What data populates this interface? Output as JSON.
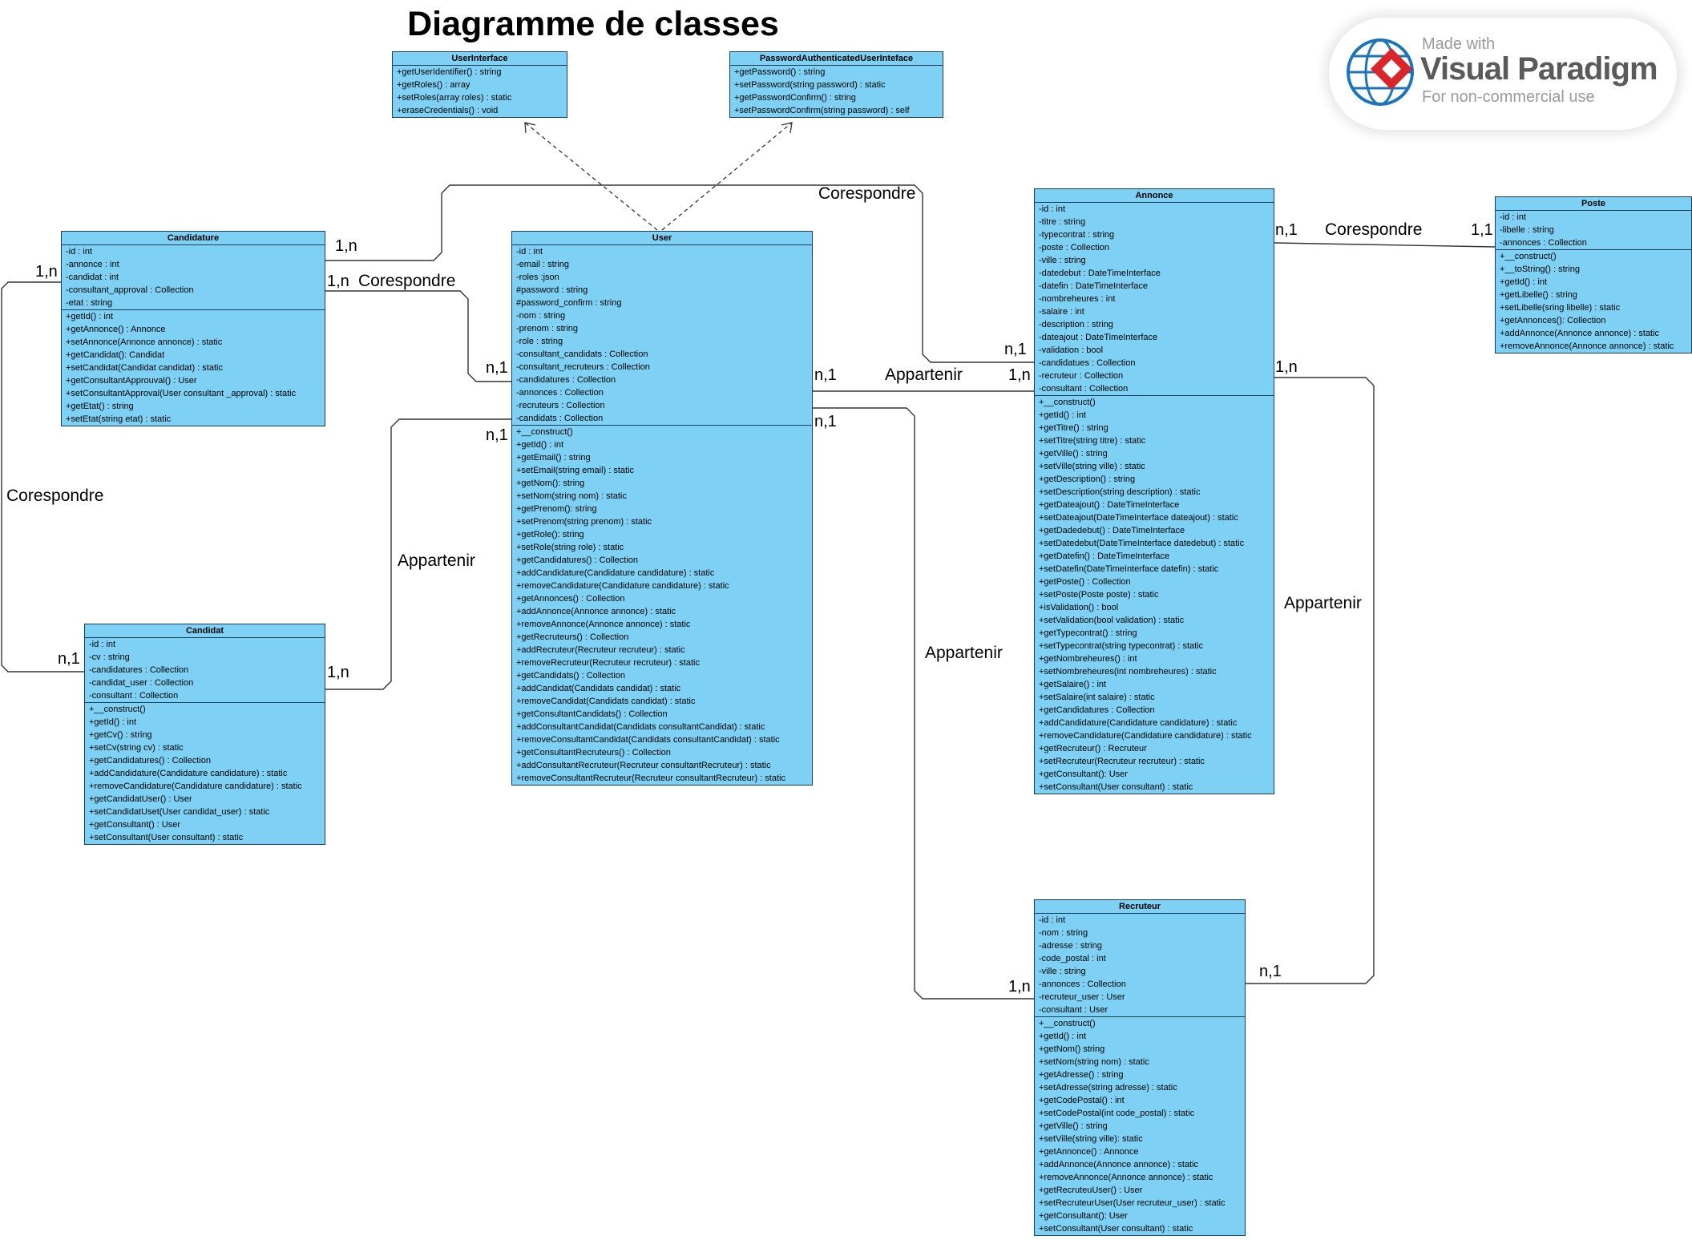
{
  "title": "Diagramme de classes",
  "badge": {
    "made_with": "Made with",
    "brand": "Visual Paradigm",
    "usage": "For non-commercial use"
  },
  "classes": {
    "userinterface": {
      "name": "UserInterface",
      "attributes": [],
      "methods": [
        "+getUserIdentifier() : string",
        "+getRoles() : array",
        "+setRoles(array roles) : static",
        "+eraseCredentials() : void"
      ]
    },
    "passwordinterface": {
      "name": "PasswordAuthenticatedUserInteface",
      "attributes": [],
      "methods": [
        "+getPassword() : string",
        "+setPassword(string password) : static",
        "+getPasswordConfirm() : string",
        "+setPasswordConfirm(string password) : self"
      ]
    },
    "candidature": {
      "name": "Candidature",
      "attributes": [
        "-id : int",
        "-annonce : int",
        "-candidat : int",
        "-consultant_approval : Collection",
        "-etat : string"
      ],
      "methods": [
        "+getId() : int",
        "+getAnnonce() : Annonce",
        "+setAnnonce(Annonce annonce) : static",
        "+getCandidat(): Candidat",
        "+setCandidat(Candidat candidat) : static",
        "+getConsultantApprouval() : User",
        "+setConsultantApproval(User consultant _approval) : static",
        "+getEtat() : string",
        "+setEtat(string etat) : static"
      ]
    },
    "user": {
      "name": "User",
      "attributes": [
        "-id : int",
        "-email : string",
        "-roles :json",
        "#password : string",
        "#password_confirm : string",
        "-nom : string",
        "-prenom : string",
        "-role : string",
        "-consultant_candidats : Collection",
        "-consultant_recruteurs : Collection",
        "-candidatures : Collection",
        "-annonces : Collection",
        "-recruteurs : Collection",
        "-candidats : Collection"
      ],
      "methods": [
        "+__construct()",
        "+getId() : int",
        "+getEmail() : string",
        "+setEmail(string email) : static",
        "+getNom(): string",
        "+setNom(string nom) : static",
        "+getPrenom(): string",
        "+setPrenom(string prenom) : static",
        "+getRole(): string",
        "+setRole(string role) : static",
        "+getCandidatures() : Collection",
        "+addCandidature(Candidature candidature) : static",
        "+removeCandidature(Candidature candidature) : static",
        "+getAnnonces() : Collection",
        "+addAnnonce(Annonce annonce) : static",
        "+removeAnnonce(Annonce annonce) : static",
        "+getRecruteurs() : Collection",
        "+addRecruteur(Recruteur recruteur) : static",
        "+removeRecruteur(Recruteur recruteur) : static",
        "+getCandidats() : Collection",
        "+addCandidat(Candidats candidat) : static",
        "+removeCandidat(Candidats candidat) : static",
        "+getConsultantCandidats() : Collection",
        "+addConsultantCandidat(Candidats consultantCandidat) : static",
        "+removeConsultantCandidat(Candidats consultantCandidat) : static",
        "+getConsultantRecruteurs() : Collection",
        "+addConsultantRecruteur(Recruteur consultantRecruteur) : static",
        "+removeConsultantRecruteur(Recruteur consultantRecruteur) : static"
      ]
    },
    "candidat": {
      "name": "Candidat",
      "attributes": [
        "-id : int",
        "-cv : string",
        "-candidatures : Collection",
        "-candidat_user : Collection",
        "-consultant : Collection"
      ],
      "methods": [
        "+__construct()",
        "+getId() : int",
        "+getCv() : string",
        "+setCv(string cv) : static",
        "+getCandidatures() : Collection",
        "+addCandidature(Candidature candidature) : static",
        "+removeCandidature(Candidature candidature) : static",
        "+getCandidatUser() : User",
        "+setCandidatUset(User candidat_user) : static",
        "+getConsultant() : User",
        "+setConsultant(User consultant) : static"
      ]
    },
    "annonce": {
      "name": "Annonce",
      "attributes": [
        "-id : int",
        "-titre : string",
        "-typecontrat : string",
        "-poste : Collection",
        "-ville : string",
        "-datedebut : DateTimeInterface",
        "-datefin : DateTimeInterface",
        "-nombreheures : int",
        "-salaire : int",
        "-description : string",
        "-dateajout : DateTimeInterface",
        "-validation : bool",
        "-candidatues : Collection",
        "-recruteur : Collection",
        "-consultant : Collection"
      ],
      "methods": [
        "+__construct()",
        "+getId() : int",
        "+getTitre() : string",
        "+setTitre(string titre) : static",
        "+getVille() : string",
        "+setVille(string ville) : static",
        "+getDescription() : string",
        "+setDescription(string description) : static",
        "+getDateajout() : DateTimeInterface",
        "+setDateajout(DateTimeInterface dateajout) : static",
        "+getDadedebut() : DateTimeInterface",
        "+setDatedebut(DateTimeInterface datedebut) : static",
        "+getDatefin() : DateTimeInterface",
        "+setDatefin(DateTimeInterface datefin) : static",
        "+getPoste() : Collection",
        "+setPoste(Poste poste) : static",
        "+isValidation() : bool",
        "+setValidation(bool validation) : static",
        "+getTypecontrat() : string",
        "+setTypecontrat(string typecontrat) : static",
        "+getNombreheures() : int",
        "+setNombreheures(int nombreheures) : static",
        "+getSalaire() : int",
        "+setSalaire(int salaire) : static",
        "+getCandidatures : Collection",
        "+addCandidature(Candidature candidature) : static",
        "+removeCandidature(Candidature candidature) : static",
        "+getRecruteur() : Recruteur",
        "+setRecruteur(Recruteur recruteur) : static",
        "+getConsultant(): User",
        "+setConsultant(User consultant) : static"
      ]
    },
    "poste": {
      "name": "Poste",
      "attributes": [
        "-id : int",
        "-libelle : string",
        "-annonces : Collection"
      ],
      "methods": [
        "+__construct()",
        "+__toString() : string",
        "+getId() : int",
        "+getLibelle() : string",
        "+setLibelle(sring libelle) : static",
        "+getAnnonces(): Collection",
        "+addAnnonce(Annonce annonce) : static",
        "+removeAnnonce(Annonce annonce) : static"
      ]
    },
    "recruteur": {
      "name": "Recruteur",
      "attributes": [
        "-id : int",
        "-nom : string",
        "-adresse : string",
        "-code_postal : int",
        "-ville : string",
        "-annonces : Collection",
        "-recruteur_user : User",
        "-consultant : User"
      ],
      "methods": [
        "+__construct()",
        "+getId() : int",
        "+getNom() string",
        "+setNom(string nom) : static",
        "+getAdresse() : string",
        "+setAdresse(string adresse) : static",
        "+getCodePostal() : int",
        "+setCodePostal(int code_postal) : static",
        "+getVille() : string",
        "+setVille(string ville): static",
        "+getAnnonce() : Annonce",
        "+addAnnonce(Annonce annonce) : static",
        "+removeAnnonce(Annonce annonce) : static",
        "+getRecruteuUser() : User",
        "+setRecruteurUser(User recruteur_user) : static",
        "+getConsultant(): User",
        "+setConsultant(User consultant) : static"
      ]
    }
  },
  "associations": [
    {
      "id": "cand-annonce",
      "name": "Corespondre",
      "m1": "1,n",
      "m2": "n,1"
    },
    {
      "id": "cand-user",
      "name": "Corespondre",
      "m1": "1,n",
      "m2": "n,1"
    },
    {
      "id": "cand-candidat",
      "name": "Corespondre",
      "m1": "1,n",
      "m2": "n,1"
    },
    {
      "id": "candidat-user",
      "name": "Appartenir",
      "m1": "1,n",
      "m2": "n,1"
    },
    {
      "id": "user-annonce",
      "name": "Appartenir",
      "m1": "n,1",
      "m2": "1,n"
    },
    {
      "id": "user-recruteur",
      "name": "Appartenir",
      "m1": "n,1",
      "m2": "1,n"
    },
    {
      "id": "annonce-poste",
      "name": "Corespondre",
      "m1": "n,1",
      "m2": "1,1"
    },
    {
      "id": "annonce-recruteur",
      "name": "Appartenir",
      "m1": "1,n",
      "m2": "n,1"
    }
  ],
  "colors": {
    "class_fill": "#7ed1f5",
    "class_border": "#1b3d57",
    "line": "#333333",
    "badge_red": "#d9262b",
    "badge_blue": "#1d75b8"
  }
}
